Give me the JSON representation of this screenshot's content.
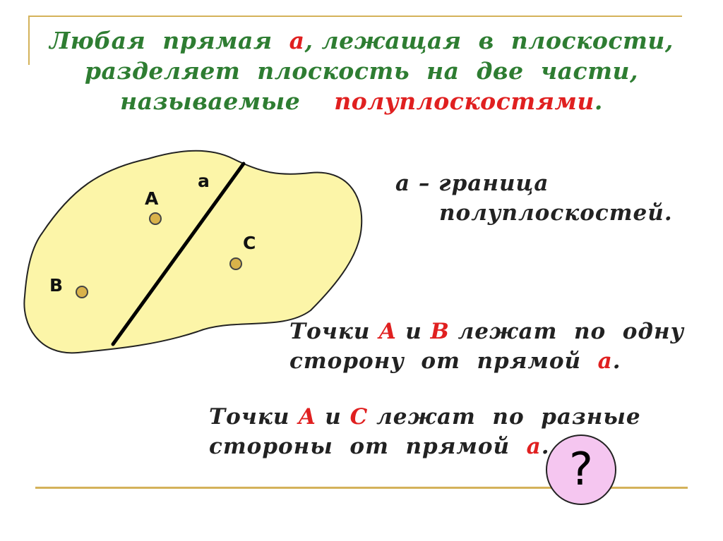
{
  "title": {
    "line1_pre": "Любая  прямая  ",
    "line1_var": "a",
    "line1_post": ", лежащая  в  плоскости,",
    "line2": "разделяет  плоскость  на  две  части,",
    "line3_pre": "называемые    ",
    "line3_term": "полуплоскостями",
    "line3_post": "."
  },
  "figure": {
    "line_label": "а",
    "point_a": "A",
    "point_b": "B",
    "point_c": "C",
    "region_fill": "#fcf5a8",
    "point_fill": "#d9b24a"
  },
  "boundary": {
    "line1": "а – граница",
    "line2": "полуплоскостей."
  },
  "statement1": {
    "w1": "Точки ",
    "p1": "А",
    "w2": " и ",
    "p2": "В",
    "w3": " лежат  по  одну",
    "l2_pre": "сторону  от  прямой  ",
    "l2_var": "а",
    "l2_post": "."
  },
  "statement2": {
    "w1": "Точки ",
    "p1": "А",
    "w2": " и ",
    "p2": "С",
    "w3": " лежат  по  разные",
    "l2_pre": "стороны  от  прямой  ",
    "l2_var": "а",
    "l2_post": "."
  },
  "question_button": "?",
  "colors": {
    "title": "#2e7d32",
    "accent": "#e02020",
    "rule": "#d4b25a"
  }
}
